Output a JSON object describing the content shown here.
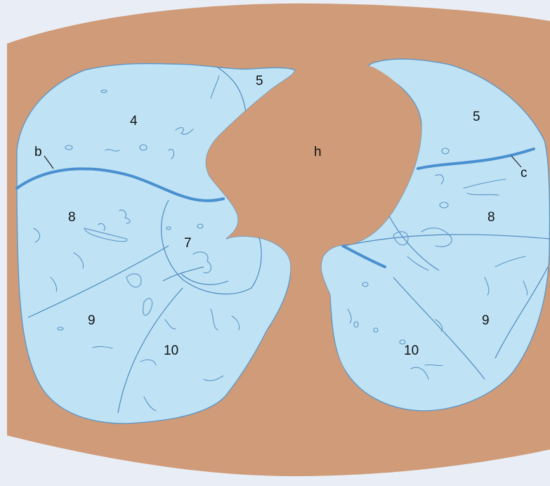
{
  "image": {
    "colors": {
      "background": "#e9eef6",
      "tissue": "#cf9b79",
      "lung_fill": "#bfe3f5",
      "outline": "#5a95c8",
      "fissure": "#4a8fcf"
    },
    "labels": {
      "right_lung": {
        "seg4": "4",
        "seg5": "5",
        "seg7": "7",
        "seg8": "8",
        "seg9": "9",
        "seg10": "10",
        "fissure": "b"
      },
      "left_lung": {
        "seg5": "5",
        "seg8": "8",
        "seg9": "9",
        "seg10": "10",
        "fissure": "c"
      },
      "heart": "h"
    }
  }
}
